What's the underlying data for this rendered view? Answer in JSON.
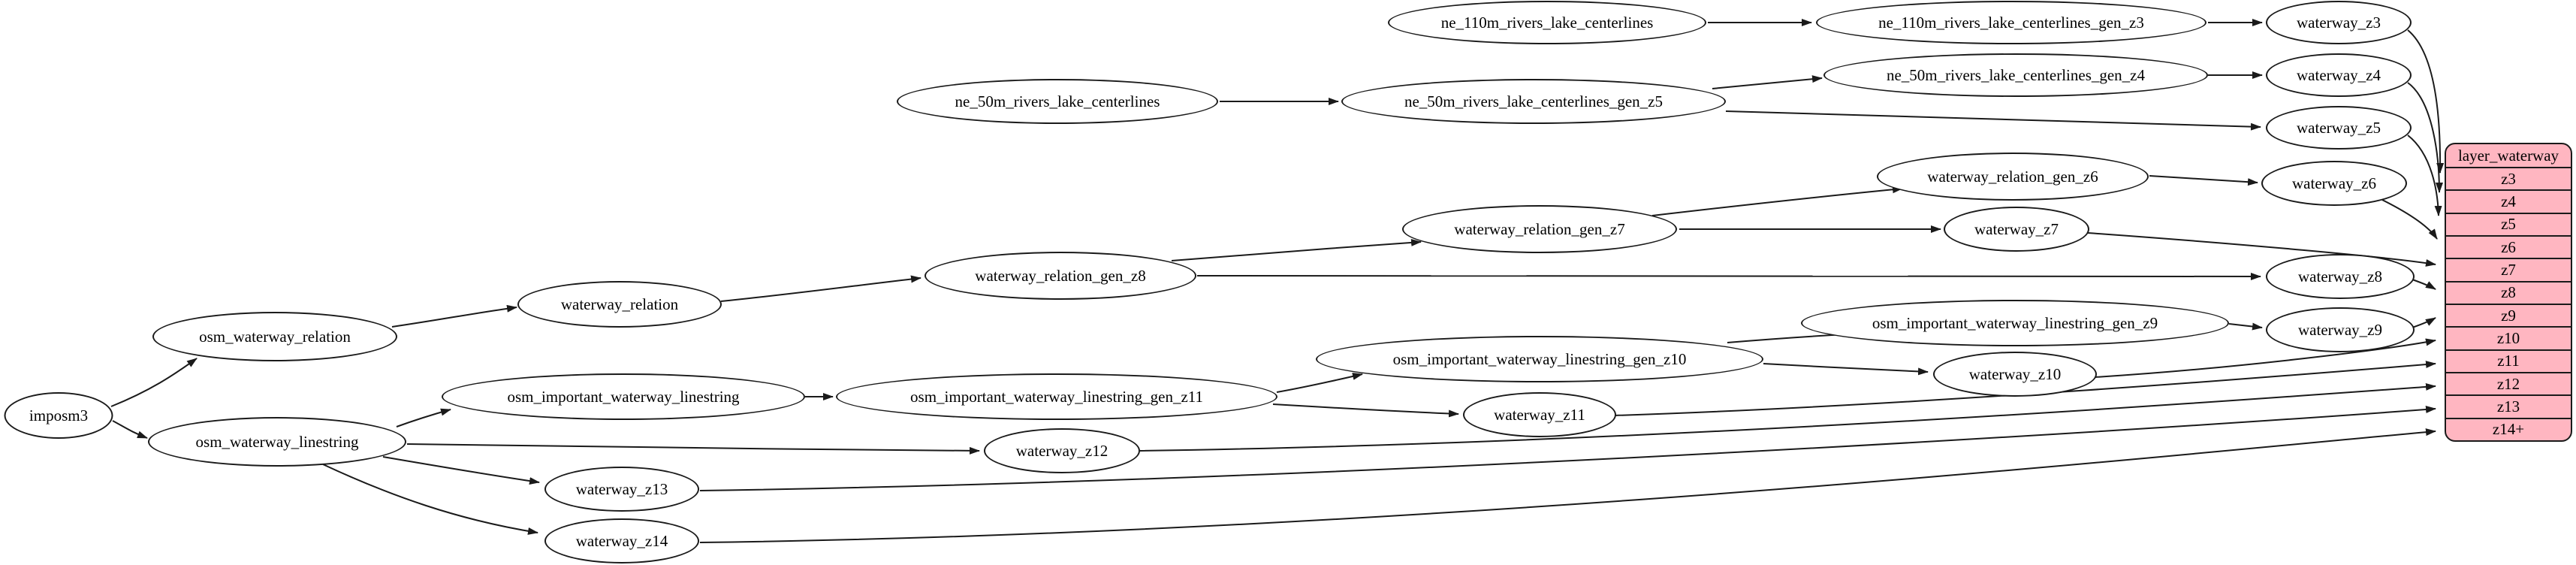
{
  "diagram": {
    "nodes": {
      "imposm3": {
        "label": "imposm3"
      },
      "osm_waterway_relation": {
        "label": "osm_waterway_relation"
      },
      "osm_waterway_linestring": {
        "label": "osm_waterway_linestring"
      },
      "waterway_relation": {
        "label": "waterway_relation"
      },
      "waterway_relation_gen_z8": {
        "label": "waterway_relation_gen_z8"
      },
      "waterway_relation_gen_z7": {
        "label": "waterway_relation_gen_z7"
      },
      "waterway_relation_gen_z6": {
        "label": "waterway_relation_gen_z6"
      },
      "ne_110m_rivers_lake_centerlines": {
        "label": "ne_110m_rivers_lake_centerlines"
      },
      "ne_110m_rivers_lake_centerlines_gen_z3": {
        "label": "ne_110m_rivers_lake_centerlines_gen_z3"
      },
      "ne_50m_rivers_lake_centerlines": {
        "label": "ne_50m_rivers_lake_centerlines"
      },
      "ne_50m_rivers_lake_centerlines_gen_z5": {
        "label": "ne_50m_rivers_lake_centerlines_gen_z5"
      },
      "ne_50m_rivers_lake_centerlines_gen_z4": {
        "label": "ne_50m_rivers_lake_centerlines_gen_z4"
      },
      "osm_important_waterway_linestring": {
        "label": "osm_important_waterway_linestring"
      },
      "osm_important_waterway_linestring_gen_z11": {
        "label": "osm_important_waterway_linestring_gen_z11"
      },
      "osm_important_waterway_linestring_gen_z10": {
        "label": "osm_important_waterway_linestring_gen_z10"
      },
      "osm_important_waterway_linestring_gen_z9": {
        "label": "osm_important_waterway_linestring_gen_z9"
      },
      "waterway_z3": {
        "label": "waterway_z3"
      },
      "waterway_z4": {
        "label": "waterway_z4"
      },
      "waterway_z5": {
        "label": "waterway_z5"
      },
      "waterway_z6": {
        "label": "waterway_z6"
      },
      "waterway_z7": {
        "label": "waterway_z7"
      },
      "waterway_z8": {
        "label": "waterway_z8"
      },
      "waterway_z9": {
        "label": "waterway_z9"
      },
      "waterway_z10": {
        "label": "waterway_z10"
      },
      "waterway_z11": {
        "label": "waterway_z11"
      },
      "waterway_z12": {
        "label": "waterway_z12"
      },
      "waterway_z13": {
        "label": "waterway_z13"
      },
      "waterway_z14": {
        "label": "waterway_z14"
      }
    },
    "table": {
      "title": "layer_waterway",
      "rows": [
        "z3",
        "z4",
        "z5",
        "z6",
        "z7",
        "z8",
        "z9",
        "z10",
        "z11",
        "z12",
        "z13",
        "z14+"
      ]
    },
    "colors": {
      "table_fill": "#ffb6c1",
      "node_fill": "#ffffff",
      "stroke": "#1a1a1a"
    }
  }
}
